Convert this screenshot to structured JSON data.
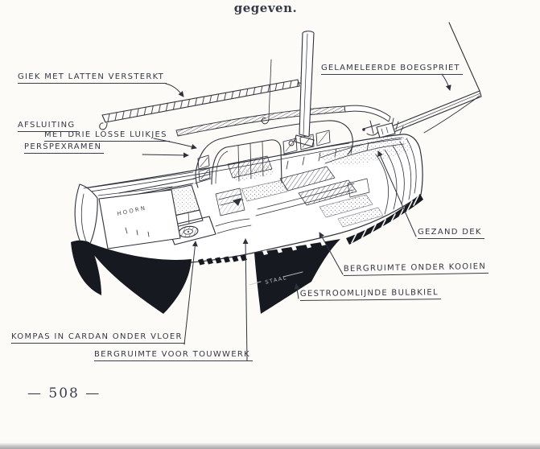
{
  "page": {
    "header_text": "gegeven.",
    "page_number": "— 508 —",
    "paper_color": "#fcfbf8",
    "ink_color": "#2f323c"
  },
  "figure": {
    "description": "Cutaway perspective drawing of a sailing yacht with labelled parts",
    "hull_name": "HOORN",
    "keel_inscription": "STAAL",
    "labels": [
      {
        "id": "giek",
        "text": "GIEK MET LATTEN VERSTERKT"
      },
      {
        "id": "afsluiting",
        "text": "AFSLUITING"
      },
      {
        "id": "luikjes",
        "text": "MET DRIE LOSSE LUIKJES"
      },
      {
        "id": "perspex",
        "text": "PERSPEXRAMEN"
      },
      {
        "id": "boegspriet",
        "text": "GELAMELEERDE BOEGSPRIET"
      },
      {
        "id": "gezand",
        "text": "GEZAND DEK"
      },
      {
        "id": "kooien",
        "text": "BERGRUIMTE ONDER KOOIEN"
      },
      {
        "id": "bulbkiel",
        "text": "GESTROOMLIJNDE BULBKIEL"
      },
      {
        "id": "kompas",
        "text": "KOMPAS IN CARDAN ONDER VLOER"
      },
      {
        "id": "touwwerk",
        "text": "BERGRUIMTE VOOR TOUWWERK"
      }
    ]
  }
}
